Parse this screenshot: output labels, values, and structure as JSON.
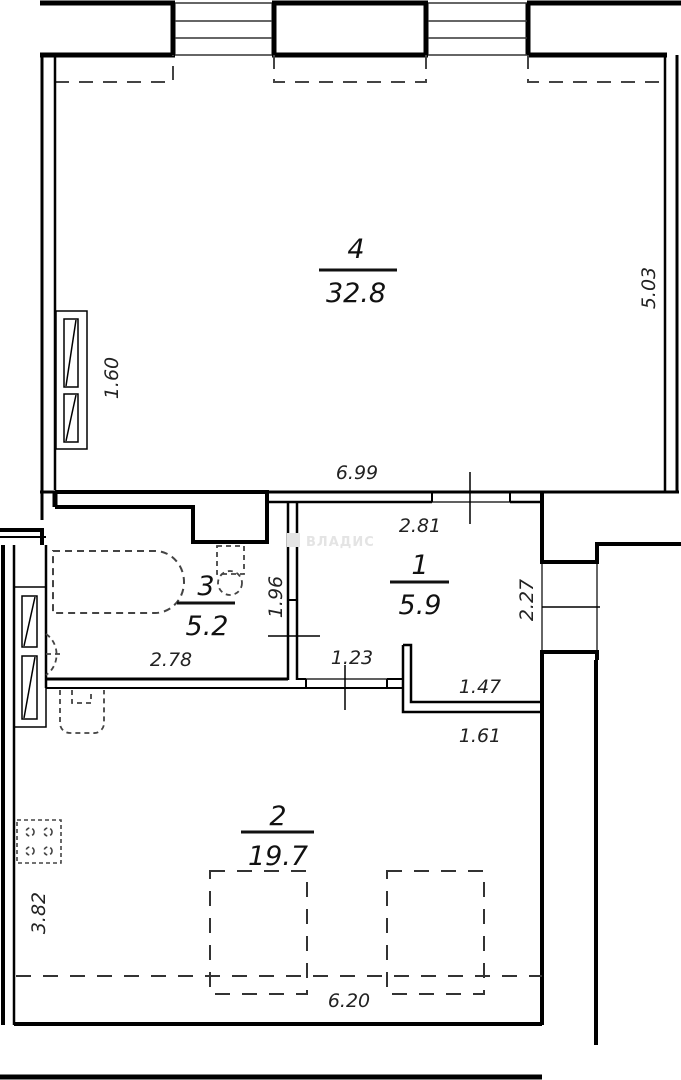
{
  "plan": {
    "type": "apartment floor plan",
    "watermark": "ВЛАДИС",
    "colors": {
      "wall": "#000000",
      "background": "#ffffff",
      "dashed_furniture": "#333333",
      "watermark": "#e4e4e4"
    }
  },
  "rooms": [
    {
      "number": "4",
      "area": "32.8"
    },
    {
      "number": "1",
      "area": "5.9"
    },
    {
      "number": "3",
      "area": "5.2"
    },
    {
      "number": "2",
      "area": "19.7"
    }
  ],
  "dimensions": {
    "room4_width": "6.99",
    "room4_depth": "5.03",
    "room4_radiator": "1.60",
    "room1_width": "2.81",
    "room1_depth": "2.27",
    "room1_door": "1.23",
    "room1_nook_inner": "1.47",
    "room1_nook_outer": "1.61",
    "room3_width": "2.78",
    "room3_depth": "1.96",
    "room2_width": "6.20",
    "room2_depth": "3.82"
  }
}
